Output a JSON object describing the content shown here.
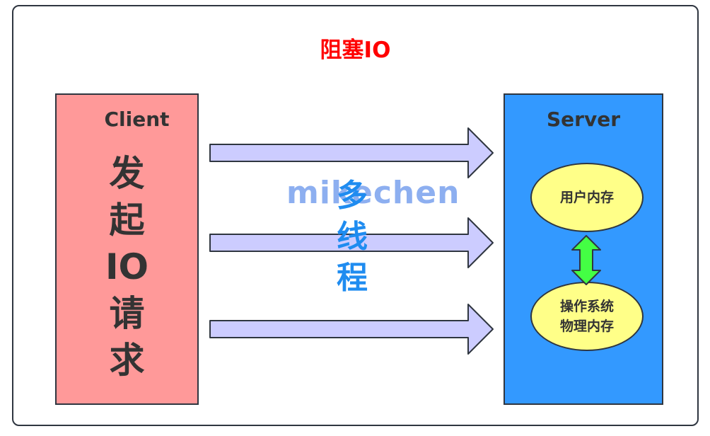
{
  "title": "阻塞IO",
  "client": {
    "label": "Client",
    "text_chars": [
      "发",
      "起",
      "IO",
      "请",
      "求"
    ]
  },
  "server": {
    "label": "Server",
    "user_memory": "用户内存",
    "os_memory_line1": "操作系统",
    "os_memory_line2": "物理内存"
  },
  "watermark": "mikechen",
  "threads_chars": [
    "多",
    "线",
    "程"
  ],
  "colors": {
    "title": "#ff0000",
    "client_fill": "#ff9999",
    "server_fill": "#3399ff",
    "memory_fill": "#ffff88",
    "request_arrow_fill": "#ccccff",
    "exchange_arrow_fill": "#44ff44",
    "threads_text": "#1f8cf0",
    "watermark": "#7aa2ee"
  }
}
